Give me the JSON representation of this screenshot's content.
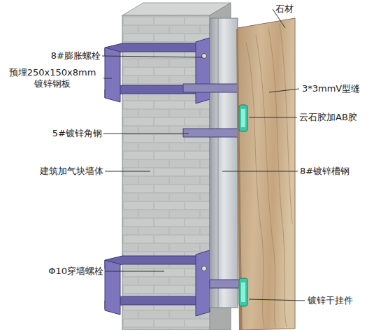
{
  "diagram": {
    "labels": [
      "石材",
      "8#膨胀螺栓",
      "预埋250x150x8mm 镀锌钢板",
      "3*3mmV型缝",
      "云石胶加AB胶",
      "5#镀锌角钢",
      "建筑加气块墙体",
      "8#镀锌槽钢",
      "Φ10穿墙螺栓",
      "镀锌干挂件"
    ]
  }
}
